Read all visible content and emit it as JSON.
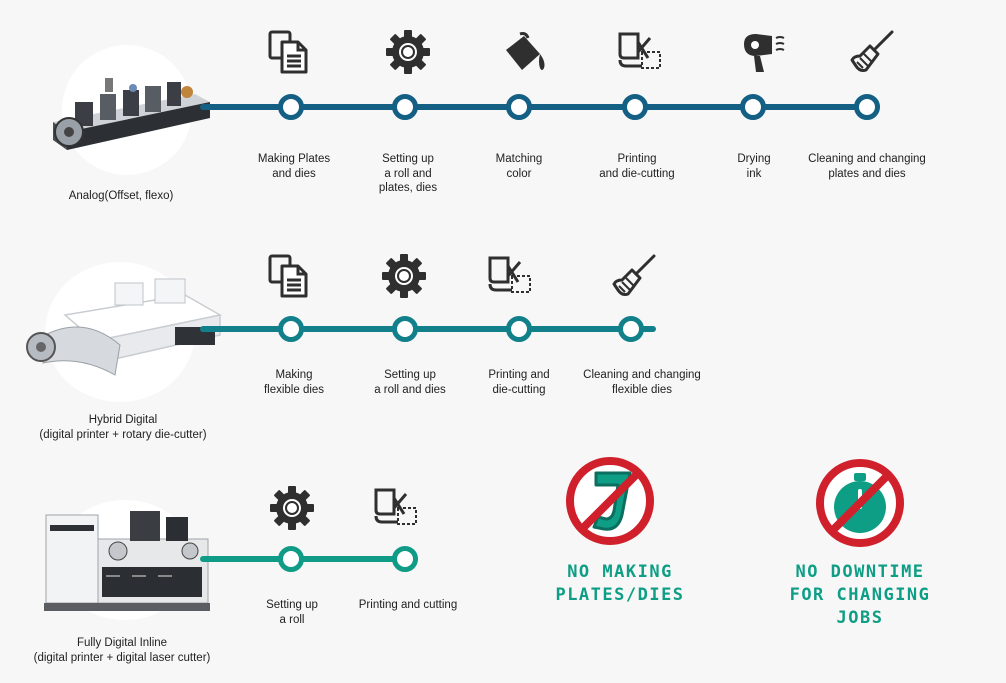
{
  "colors": {
    "row1_line": "#145f84",
    "row2_line": "#12808a",
    "row3_line": "#0f9b86",
    "icon": "#2f2f2f",
    "badge_text": "#0e9e85",
    "prohibit": "#d0202b",
    "badge_fill": "#0e9e85"
  },
  "rows": [
    {
      "machine_label": "Analog(Offset, flexo)",
      "steps": [
        {
          "label": "Making Plates\nand dies",
          "icon": "documents-icon"
        },
        {
          "label": "Setting up\na roll and\nplates, dies",
          "icon": "gear-icon"
        },
        {
          "label": "Matching\ncolor",
          "icon": "paint-bucket-icon"
        },
        {
          "label": "Printing\nand die-cutting",
          "icon": "printing-cutting-icon"
        },
        {
          "label": "Drying\nink",
          "icon": "hair-dryer-icon"
        },
        {
          "label": "Cleaning and changing\nplates and dies",
          "icon": "broom-icon"
        }
      ]
    },
    {
      "machine_label": "Hybrid Digital\n(digital printer + rotary die-cutter)",
      "steps": [
        {
          "label": "Making\nflexible dies",
          "icon": "documents-icon"
        },
        {
          "label": "Setting up\na roll and dies",
          "icon": "gear-icon"
        },
        {
          "label": "Printing and\ndie-cutting",
          "icon": "printing-cutting-icon"
        },
        {
          "label": "Cleaning and changing\nflexible dies",
          "icon": "broom-icon"
        }
      ]
    },
    {
      "machine_label": "Fully Digital Inline\n(digital printer + digital laser cutter)",
      "steps": [
        {
          "label": "Setting up\na roll",
          "icon": "gear-icon"
        },
        {
          "label": "Printing and cutting",
          "icon": "printing-cutting-icon"
        }
      ]
    }
  ],
  "badges": [
    {
      "text": "NO MAKING\nPLATES/DIES",
      "icon": "no-plates-icon"
    },
    {
      "text": "NO DOWNTIME\nFOR CHANGING\nJOBS",
      "icon": "no-downtime-icon"
    }
  ]
}
